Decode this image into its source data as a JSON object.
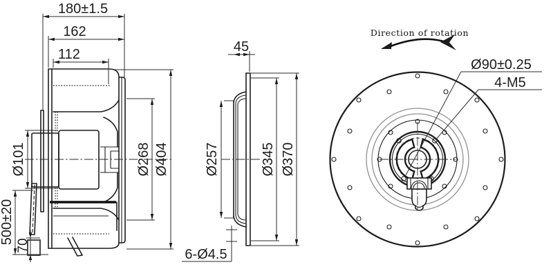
{
  "drawing": {
    "type": "engineering-drawing",
    "subject": "backward-curved centrifugal fan, three orthographic views",
    "colors": {
      "line": "#1c1c1c",
      "reference_circle": "#8f8f8f",
      "background": "#ffffff"
    },
    "side_section_view": {
      "dims": {
        "overall_depth": "180±1.5",
        "housing_depth": "162",
        "inlet_depth": "112",
        "motor_diameter": "Ø101",
        "inlet_opening_diameter": "Ø268",
        "impeller_outer_diameter": "Ø404",
        "cable_length": "500±20",
        "bracket_offset": "70"
      }
    },
    "inlet_ring_view": {
      "dims": {
        "ring_depth": "45",
        "throat_diameter": "Ø257",
        "bolt_circle_diameter": "Ø345",
        "flange_outer_diameter": "Ø370",
        "mounting_holes": "6-Ø4.5"
      }
    },
    "front_view": {
      "rotation_note": "Direction of rotation",
      "dims": {
        "hub_bolt_circle": "Ø90±0.25",
        "motor_mount_holes": "4-M5"
      }
    }
  }
}
